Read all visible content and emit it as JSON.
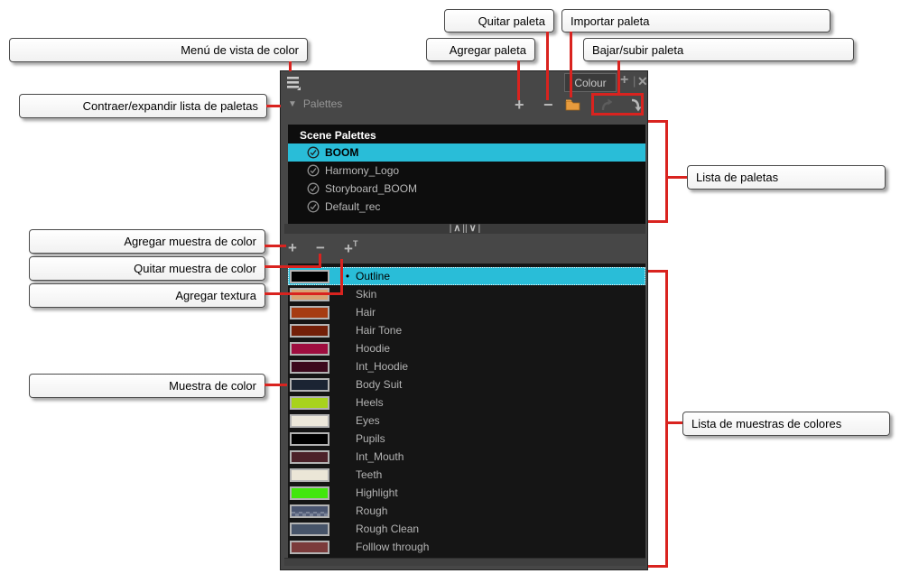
{
  "callouts": {
    "menu_vista": "Menú de vista de color",
    "contraer": "Contraer/expandir lista de paletas",
    "quitar_paleta": "Quitar paleta",
    "agregar_paleta": "Agregar paleta",
    "importar_paleta": "Importar paleta",
    "bajar_subir": "Bajar/subir paleta",
    "lista_paletas": "Lista de paletas",
    "agregar_muestra": "Agregar muestra de color",
    "quitar_muestra": "Quitar muestra de color",
    "agregar_textura": "Agregar textura",
    "muestra_color": "Muestra de color",
    "lista_muestras": "Lista de muestras de colores"
  },
  "panel": {
    "tab_label": "Colour",
    "palettes_label": "Palettes",
    "palette_list_header": "Scene Palettes",
    "palettes": [
      {
        "name": "BOOM",
        "selected": true
      },
      {
        "name": "Harmony_Logo",
        "selected": false
      },
      {
        "name": "Storyboard_BOOM",
        "selected": false
      },
      {
        "name": "Default_rec",
        "selected": false
      }
    ],
    "swatches": [
      {
        "name": "Outline",
        "color": "#000000",
        "selected": true
      },
      {
        "name": "Skin",
        "color": "#d9a273"
      },
      {
        "name": "Hair",
        "color": "#a63c12"
      },
      {
        "name": "Hair Tone",
        "color": "#731f08"
      },
      {
        "name": "Hoodie",
        "color": "#9e0d3f"
      },
      {
        "name": "Int_Hoodie",
        "color": "#3c081c"
      },
      {
        "name": "Body Suit",
        "color": "#1b2433"
      },
      {
        "name": "Heels",
        "color": "#a8d31d"
      },
      {
        "name": "Eyes",
        "color": "#ece7da"
      },
      {
        "name": "Pupils",
        "color": "#000000"
      },
      {
        "name": "Int_Mouth",
        "color": "#4c2129"
      },
      {
        "name": "Teeth",
        "color": "#ebe6d7"
      },
      {
        "name": "Highlight",
        "color": "#42e60d"
      },
      {
        "name": "Rough",
        "color": "#5a6880",
        "textured": true
      },
      {
        "name": "Rough Clean",
        "color": "#475469"
      },
      {
        "name": "Folllow through",
        "color": "#7b3b3b"
      }
    ]
  },
  "glyphs": {
    "plus": "+",
    "minus": "−",
    "close": "✕",
    "sep": "|",
    "bullet": "•",
    "pipe": "|",
    "dpipe": "||",
    "chev_up": "∧",
    "chev_down": "∨",
    "texture_t": "T",
    "triangle_down": "▼"
  },
  "colors": {
    "annotation_red": "#d9231f",
    "selection_cyan": "#29bdd8",
    "folder_orange": "#e79b3d",
    "panel_gray": "#474747",
    "list_black": "#111111"
  }
}
